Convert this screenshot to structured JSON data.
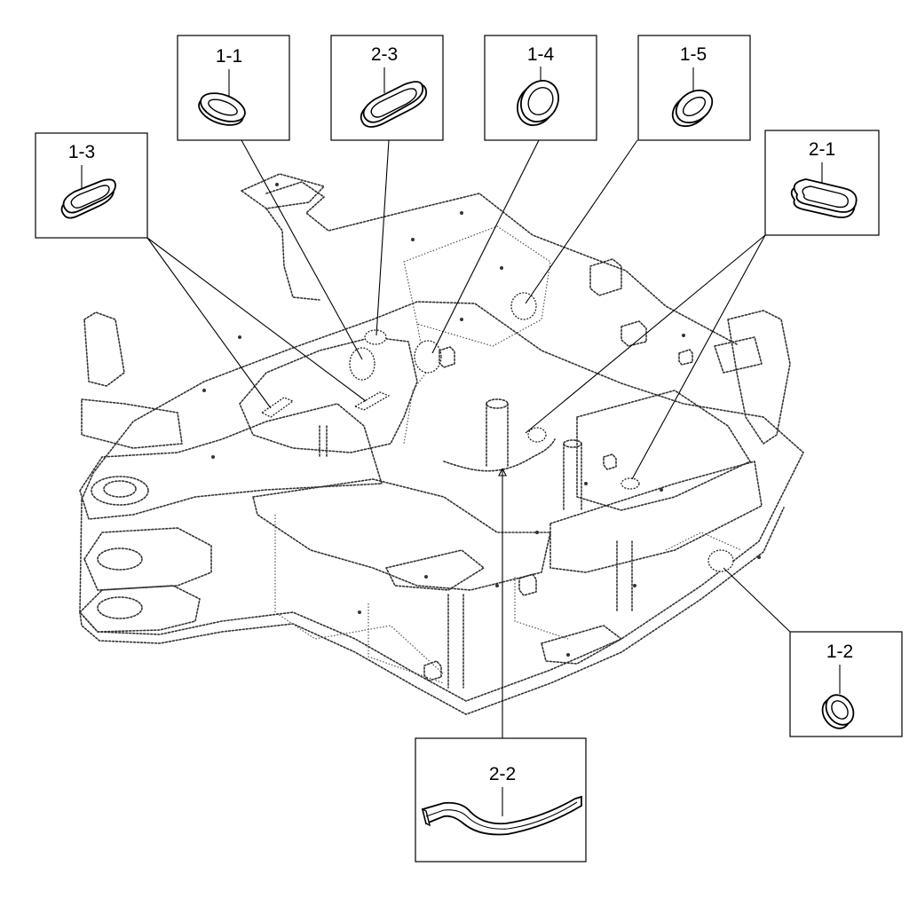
{
  "callouts": [
    {
      "id": "c11",
      "label": "1-1",
      "icon": "oval-grommet-icon"
    },
    {
      "id": "c23",
      "label": "2-3",
      "icon": "large-oval-grommet-icon"
    },
    {
      "id": "c14",
      "label": "1-4",
      "icon": "round-grommet-icon"
    },
    {
      "id": "c15",
      "label": "1-5",
      "icon": "oval-grommet-icon"
    },
    {
      "id": "c13",
      "label": "1-3",
      "icon": "oval-grommet-icon"
    },
    {
      "id": "c21",
      "label": "2-1",
      "icon": "large-oval-grommet-icon"
    },
    {
      "id": "c12",
      "label": "1-2",
      "icon": "round-grommet-icon"
    },
    {
      "id": "c22",
      "label": "2-2",
      "icon": "edge-trim-strip-icon"
    }
  ]
}
